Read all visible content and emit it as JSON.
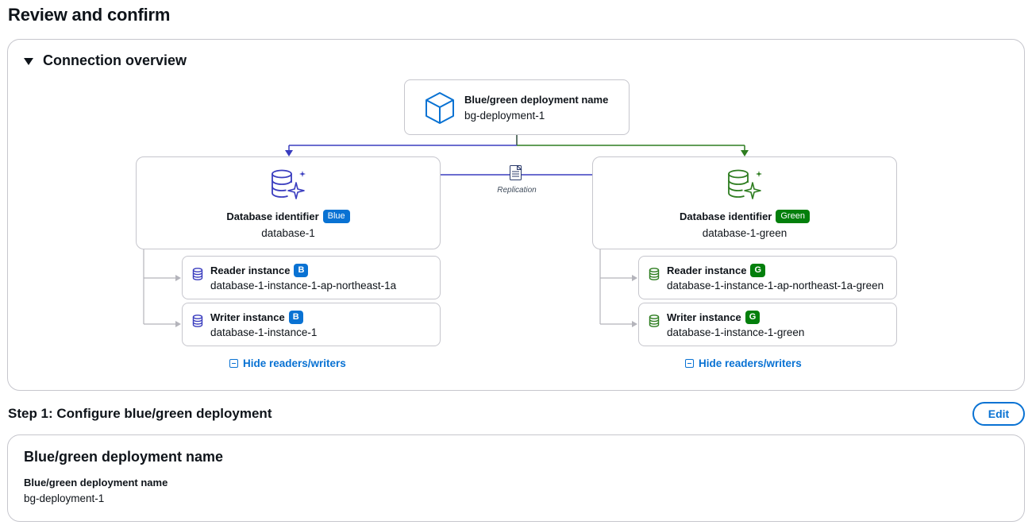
{
  "page": {
    "title": "Review and confirm"
  },
  "connection_overview": {
    "header": "Connection overview",
    "deployment": {
      "label": "Blue/green deployment name",
      "value": "bg-deployment-1"
    },
    "replication_label": "Replication",
    "blue": {
      "label": "Database identifier",
      "badge": "Blue",
      "value": "database-1",
      "reader": {
        "label": "Reader instance",
        "badge": "B",
        "value": "database-1-instance-1-ap-northeast-1a"
      },
      "writer": {
        "label": "Writer instance",
        "badge": "B",
        "value": "database-1-instance-1"
      },
      "hide_link": "Hide readers/writers"
    },
    "green": {
      "label": "Database identifier",
      "badge": "Green",
      "value": "database-1-green",
      "reader": {
        "label": "Reader instance",
        "badge": "G",
        "value": "database-1-instance-1-ap-northeast-1a-green"
      },
      "writer": {
        "label": "Writer instance",
        "badge": "G",
        "value": "database-1-instance-1-green"
      },
      "hide_link": "Hide readers/writers"
    }
  },
  "step1": {
    "title": "Step 1: Configure blue/green deployment",
    "edit_label": "Edit",
    "section_heading": "Blue/green deployment name",
    "field_label": "Blue/green deployment name",
    "field_value": "bg-deployment-1"
  },
  "colors": {
    "blue_accent": "#0972d3",
    "green_accent": "#037f0c",
    "blue_line": "#3a3dbf",
    "green_line": "#2e7d20",
    "border": "#c6c6cd"
  },
  "icons": {
    "deployment": "cube-icon",
    "database": "database-sparkle-icon",
    "instance": "database-icon",
    "replication": "document-icon",
    "collapse": "minus-square-icon",
    "toggle": "caret-down-icon"
  }
}
